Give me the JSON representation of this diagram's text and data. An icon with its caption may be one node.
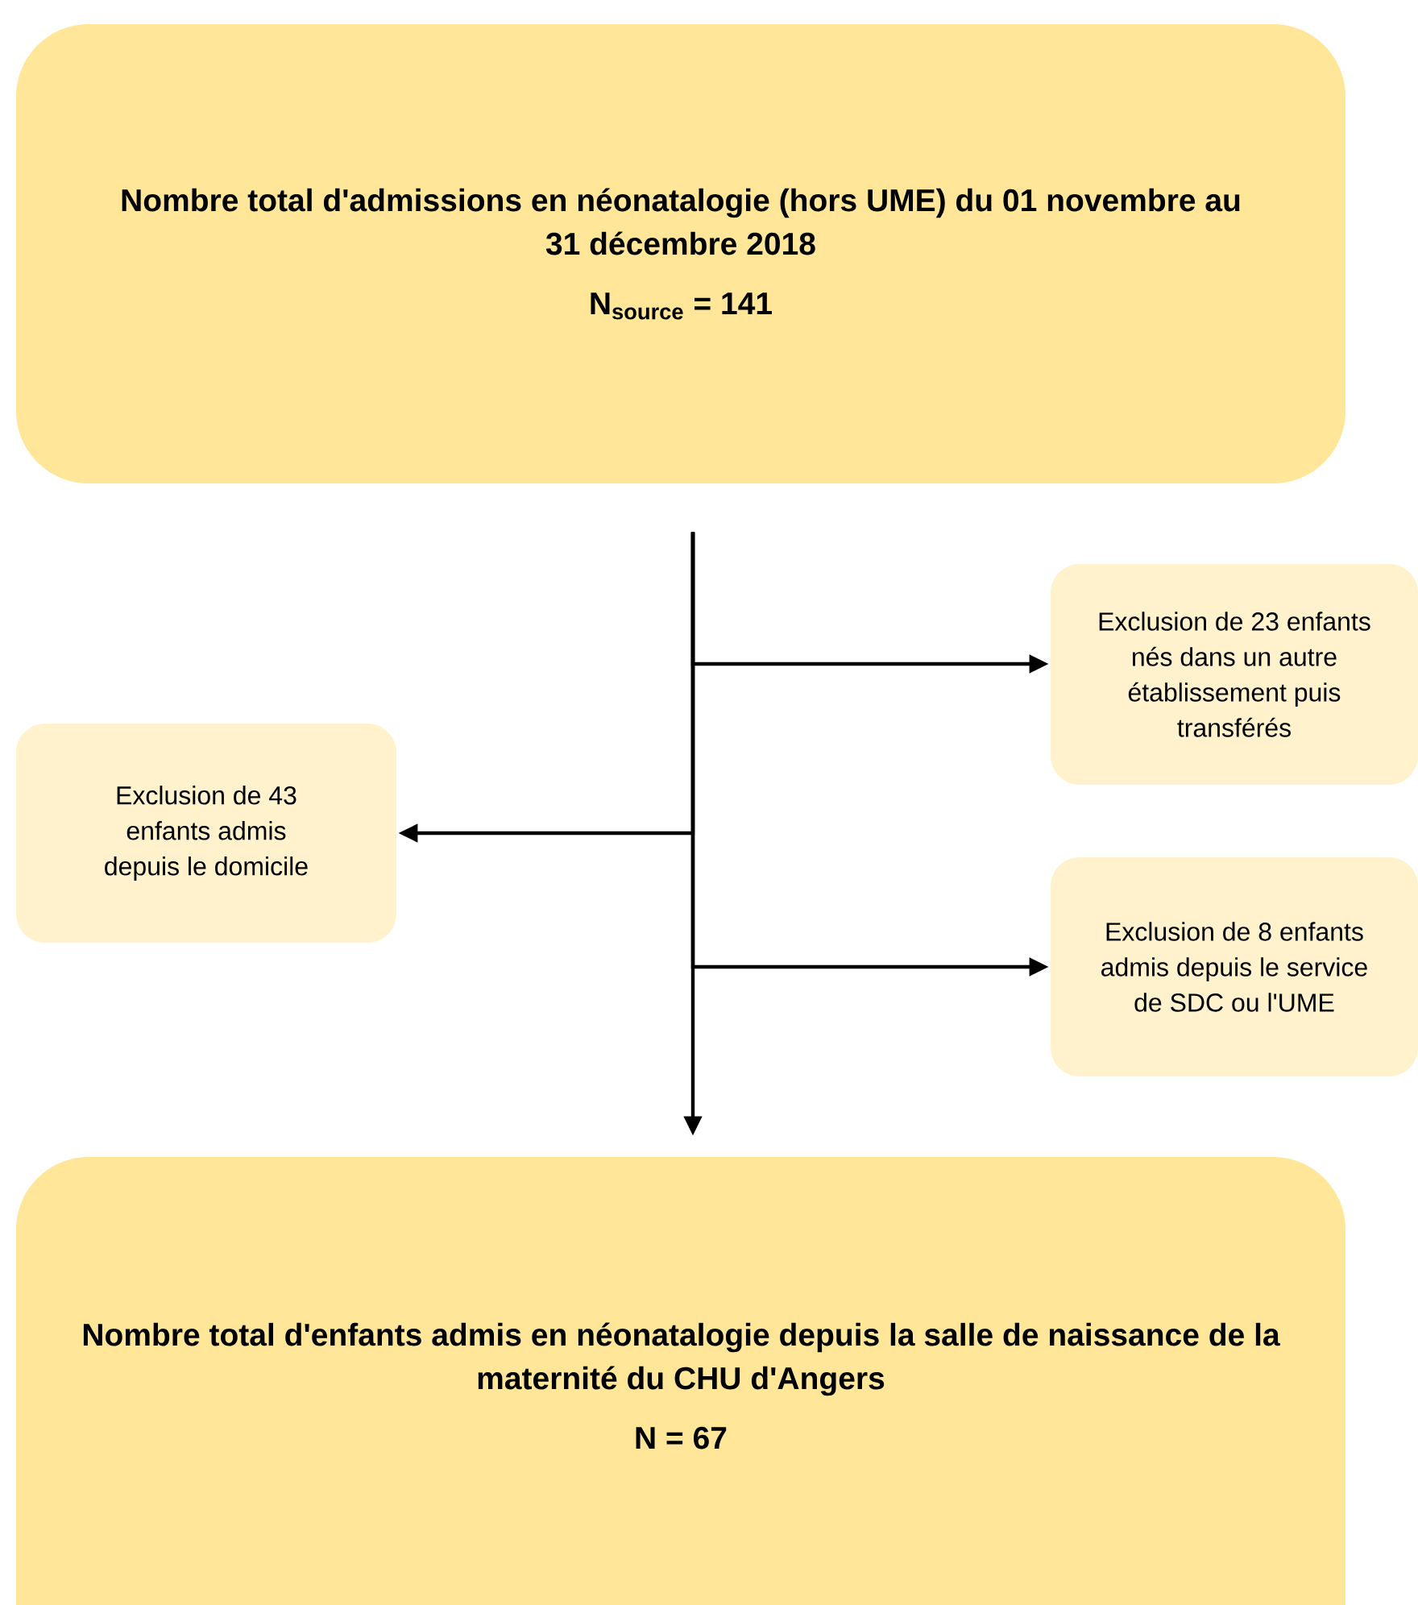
{
  "diagram": {
    "nodes": [
      {
        "text": [
          "Nombre total d'admissions en néonatalogie (hors UME) du 01 novembre au 31 décembre 2018",
          "N$_{source}$ = 141"
        ]
      },
      {
        "text": [
          "Exclusion de 23 enfants nés dans un autre établissement puis transférés"
        ]
      },
      {
        "text": [
          "Exclusion de 43 enfants admis depuis le domicile"
        ]
      },
      {
        "text": [
          "Exclusion de 8 enfants admis depuis le service de SDC ou l'UME"
        ]
      },
      {
        "text": [
          "Nombre total d'enfants admis en néonatalogie depuis la salle de naissance de la maternité du CHU d'Angers",
          "N = 67"
        ]
      }
    ],
    "edges": [
      {
        "from": 0,
        "to": 1,
        "arrow": "to"
      },
      {
        "from": 0,
        "to": 2,
        "arrow": "to"
      },
      {
        "from": 0,
        "to": 3,
        "arrow": "to"
      },
      {
        "from": 0,
        "to": 4,
        "arrow": "to"
      }
    ]
  }
}
